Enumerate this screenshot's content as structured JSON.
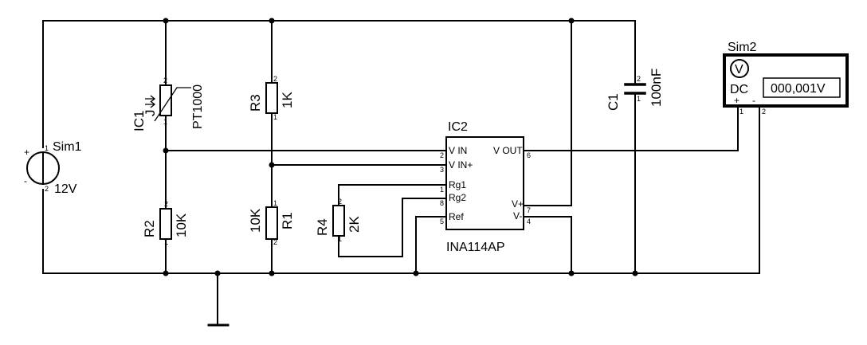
{
  "sources": {
    "sim1": {
      "name": "Sim1",
      "value": "12V",
      "pin_plus": "+",
      "pin_minus": "-",
      "pin1": "1",
      "pin2": "2"
    }
  },
  "sensor": {
    "name": "IC1",
    "type": "PT1000",
    "mark": "J",
    "pin1": "1",
    "pin2": "2"
  },
  "resistors": {
    "r1": {
      "name": "R1",
      "value": "10K",
      "pin1": "1",
      "pin2": "2"
    },
    "r2": {
      "name": "R2",
      "value": "10K",
      "pin1": "1",
      "pin2": "2"
    },
    "r3": {
      "name": "R3",
      "value": "1K",
      "pin1": "1",
      "pin2": "2"
    },
    "r4": {
      "name": "R4",
      "value": "2K",
      "pin1": "1",
      "pin2": "2"
    }
  },
  "capacitor": {
    "name": "C1",
    "value": "100nF",
    "pin1": "1",
    "pin2": "2"
  },
  "amplifier": {
    "name": "IC2",
    "part": "INA114AP",
    "pins": {
      "vin_minus": {
        "label": "V IN",
        "num": "2"
      },
      "vin_plus": {
        "label": "V IN+",
        "num": "3"
      },
      "rg1": {
        "label": "Rg1",
        "num": "1"
      },
      "rg2": {
        "label": "Rg2",
        "num": "8"
      },
      "ref": {
        "label": "Ref",
        "num": "5"
      },
      "vout": {
        "label": "V OUT",
        "num": "6"
      },
      "vplus": {
        "label": "V+",
        "num": "7"
      },
      "vminus": {
        "label": "V-",
        "num": "4"
      }
    }
  },
  "meter": {
    "name": "Sim2",
    "symbol": "V",
    "mode": "DC",
    "reading": "000,001V",
    "pin_plus": "+",
    "pin_minus": "-",
    "pin1": "1",
    "pin2": "2"
  }
}
